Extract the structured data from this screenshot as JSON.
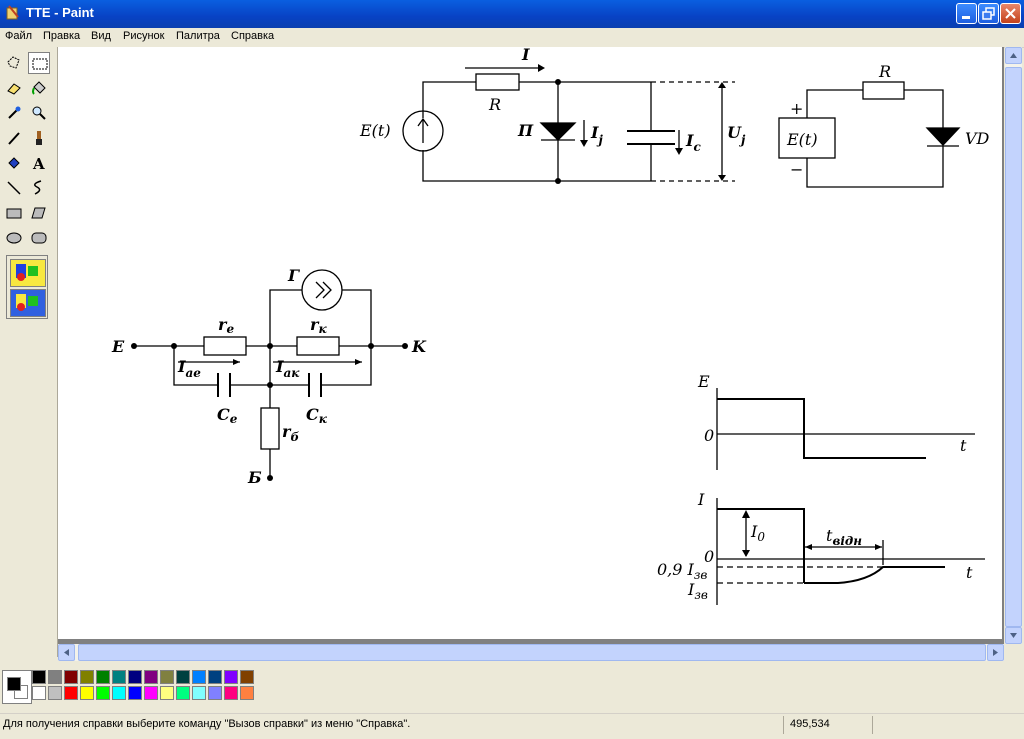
{
  "window": {
    "title": "TTE - Paint"
  },
  "menu": [
    "Файл",
    "Правка",
    "Вид",
    "Рисунок",
    "Палитра",
    "Справка"
  ],
  "status": {
    "message": "Для получения справки выберите команду \"Вызов справки\" из меню \"Справка\".",
    "coords": "495,534"
  },
  "palette": {
    "foreground": "#000000",
    "background": "#ffffff",
    "colors_top": [
      "#000000",
      "#808080",
      "#800000",
      "#808000",
      "#008000",
      "#008080",
      "#000080",
      "#800080",
      "#808040",
      "#004040",
      "#0080ff",
      "#004080",
      "#8000ff",
      "#804000"
    ],
    "colors_bottom": [
      "#ffffff",
      "#c0c0c0",
      "#ff0000",
      "#ffff00",
      "#00ff00",
      "#00ffff",
      "#0000ff",
      "#ff00ff",
      "#ffff80",
      "#00ff80",
      "#80ffff",
      "#8080ff",
      "#ff0080",
      "#ff8040"
    ]
  },
  "drawing": {
    "circuit1": {
      "current": "I",
      "resistor": "R",
      "source": "E(t)",
      "diode": "П",
      "ij": "I",
      "ij_sub": "j",
      "ic": "I",
      "ic_sub": "c",
      "u": "U",
      "u_sub": "j"
    },
    "circuit2": {
      "resistor": "R",
      "source": "E(t)",
      "plus": "+",
      "minus": "−",
      "diode": "VD"
    },
    "equivalent": {
      "e": "E",
      "k": "K",
      "b": "Б",
      "g": "Г",
      "re": "r",
      "re_sub": "е",
      "rk": "r",
      "rk_sub": "к",
      "rb": "r",
      "rb_sub": "б",
      "iae": "I",
      "iae_sub": "ае",
      "iak": "I",
      "iak_sub": "ак",
      "ce": "C",
      "ce_sub": "е",
      "ck": "C",
      "ck_sub": "к"
    },
    "graph1": {
      "y": "E",
      "zero": "0",
      "x": "t"
    },
    "graph2": {
      "y": "I",
      "zero": "0",
      "x": "t",
      "i0": "I",
      "i0_sub": "0",
      "tvidn": "t",
      "tvidn_sub": "відн",
      "level09": "0,9 I",
      "level09_sub": "зв",
      "izv": "I",
      "izv_sub": "зв"
    }
  }
}
